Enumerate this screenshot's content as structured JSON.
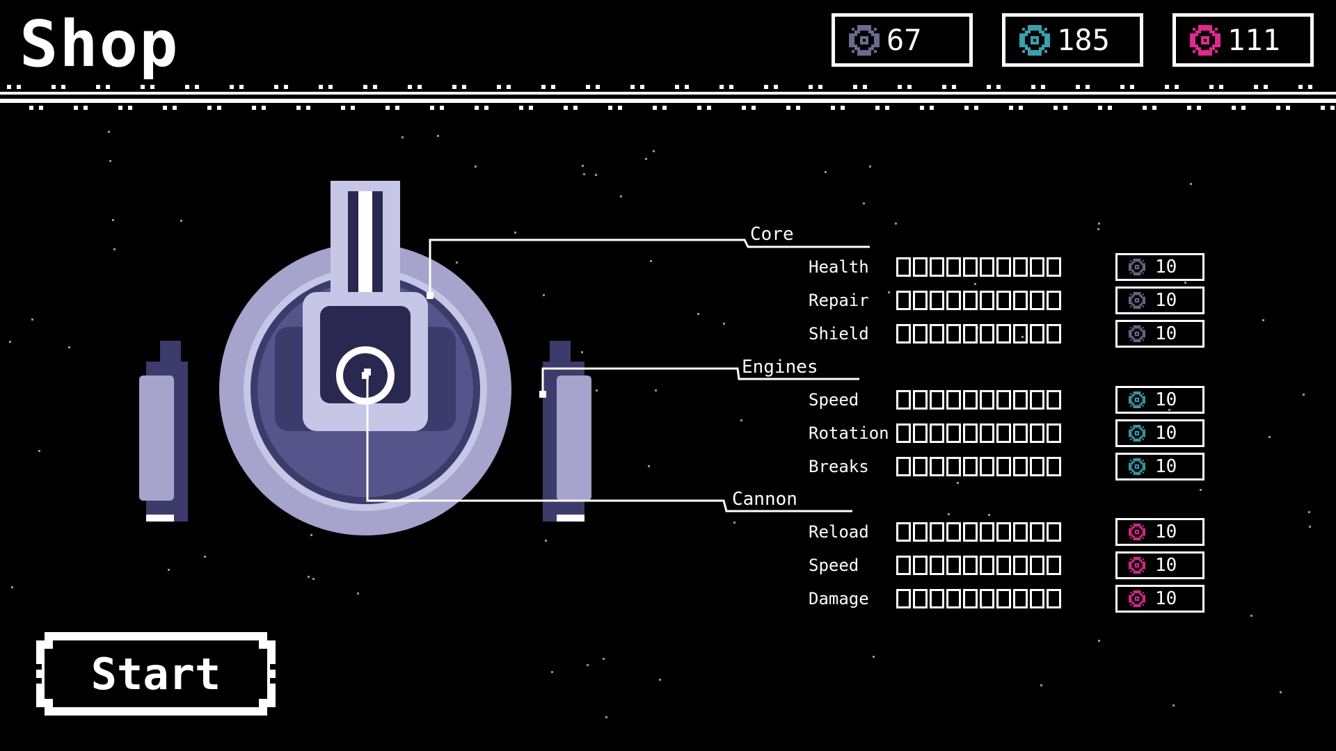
{
  "title": "Shop",
  "currencies": [
    {
      "name": "gray-parts",
      "value": "67",
      "color": "#6b6b8e"
    },
    {
      "name": "teal-parts",
      "value": "185",
      "color": "#3a9fae"
    },
    {
      "name": "pink-parts",
      "value": "111",
      "color": "#e0288f"
    }
  ],
  "sections": [
    {
      "label": "Core",
      "color": "#6b6b8e",
      "stats": [
        {
          "label": "Health",
          "cost": "10",
          "level": 0,
          "max": 10
        },
        {
          "label": "Repair",
          "cost": "10",
          "level": 0,
          "max": 10
        },
        {
          "label": "Shield",
          "cost": "10",
          "level": 0,
          "max": 10
        }
      ]
    },
    {
      "label": "Engines",
      "color": "#3a9fae",
      "stats": [
        {
          "label": "Speed",
          "cost": "10",
          "level": 0,
          "max": 10
        },
        {
          "label": "Rotation",
          "cost": "10",
          "level": 0,
          "max": 10
        },
        {
          "label": "Breaks",
          "cost": "10",
          "level": 0,
          "max": 10
        }
      ]
    },
    {
      "label": "Cannon",
      "color": "#e0288f",
      "stats": [
        {
          "label": "Reload",
          "cost": "10",
          "level": 0,
          "max": 10
        },
        {
          "label": "Speed",
          "cost": "10",
          "level": 0,
          "max": 10
        },
        {
          "label": "Damage",
          "cost": "10",
          "level": 0,
          "max": 10
        }
      ]
    }
  ],
  "start_button": {
    "label": "Start"
  }
}
